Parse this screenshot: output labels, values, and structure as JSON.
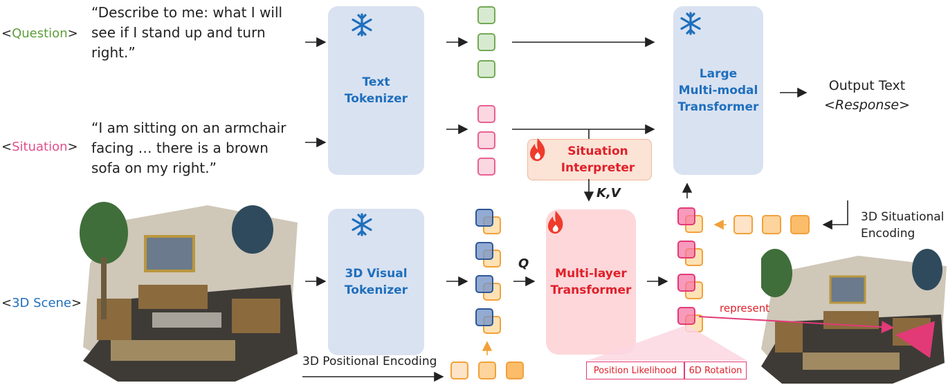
{
  "inputs": {
    "question": {
      "tag_open": "<",
      "name": "Question",
      "tag_close": ">",
      "text": "“Describe to me: what I will\nsee if I stand up and turn\nright.”"
    },
    "situation": {
      "tag_open": "<",
      "name": "Situation",
      "tag_close": ">",
      "text": "“I am sitting on an armchair\nfacing … there is a brown\nsofa on my right.”"
    },
    "scene": {
      "tag_open": "<",
      "name": "3D Scene",
      "tag_close": ">"
    }
  },
  "modules": {
    "text_tokenizer": "Text\nTokenizer",
    "visual_tokenizer": "3D Visual\nTokenizer",
    "situation_interpreter": "Situation\nInterpreter",
    "multilayer_transformer": "Multi-layer\nTransformer",
    "lmm": "Large\nMulti-modal\nTransformer"
  },
  "labels": {
    "kv": "K,V",
    "q": "Q",
    "positional_encoding": "3D Positional Encoding",
    "situational_encoding": "3D Situational\nEncoding",
    "represent": "represent",
    "output_title": "Output Text",
    "output_response": "<Response>",
    "position_likelihood": "Position Likelihood",
    "rotation": "6D Rotation"
  },
  "colors": {
    "question": "#5c9e3a",
    "situation": "#e0508a",
    "scene": "#1f6fbd",
    "module_blue": "#1f6fbd",
    "module_red": "#e0202a",
    "frozen": "#1f6fbd",
    "trainable": "#ef3b2c"
  },
  "icons": {
    "frozen": "snowflake-icon",
    "trainable": "fire-icon"
  }
}
